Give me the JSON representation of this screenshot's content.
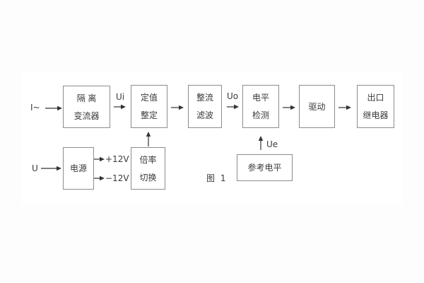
{
  "caption": "图 1",
  "blocks": {
    "isolation": {
      "line1": "隔 离",
      "line2": "变流器"
    },
    "setpoint": {
      "line1": "定值",
      "line2": "整定"
    },
    "rectifier": {
      "line1": "整流",
      "line2": "滤波"
    },
    "level": {
      "line1": "电平",
      "line2": "检测"
    },
    "drive": {
      "label": "驱动"
    },
    "relay": {
      "line1": "出口",
      "line2": "继电器"
    },
    "power": {
      "label": "电源"
    },
    "multiplier": {
      "line1": "倍率",
      "line2": "切换"
    },
    "reference": {
      "label": "参考电平"
    }
  },
  "signals": {
    "input_current": "I~",
    "input_voltage": "U",
    "ui": "Ui",
    "uo": "Uo",
    "ue": "Ue",
    "plus12": "+12V",
    "minus12": "−12V"
  },
  "colors": {
    "background": "#fdfdfd",
    "panel": "#ffffff",
    "box_border": "#8c8c8c",
    "text": "#3a3a3a",
    "arrow": "#333333"
  }
}
